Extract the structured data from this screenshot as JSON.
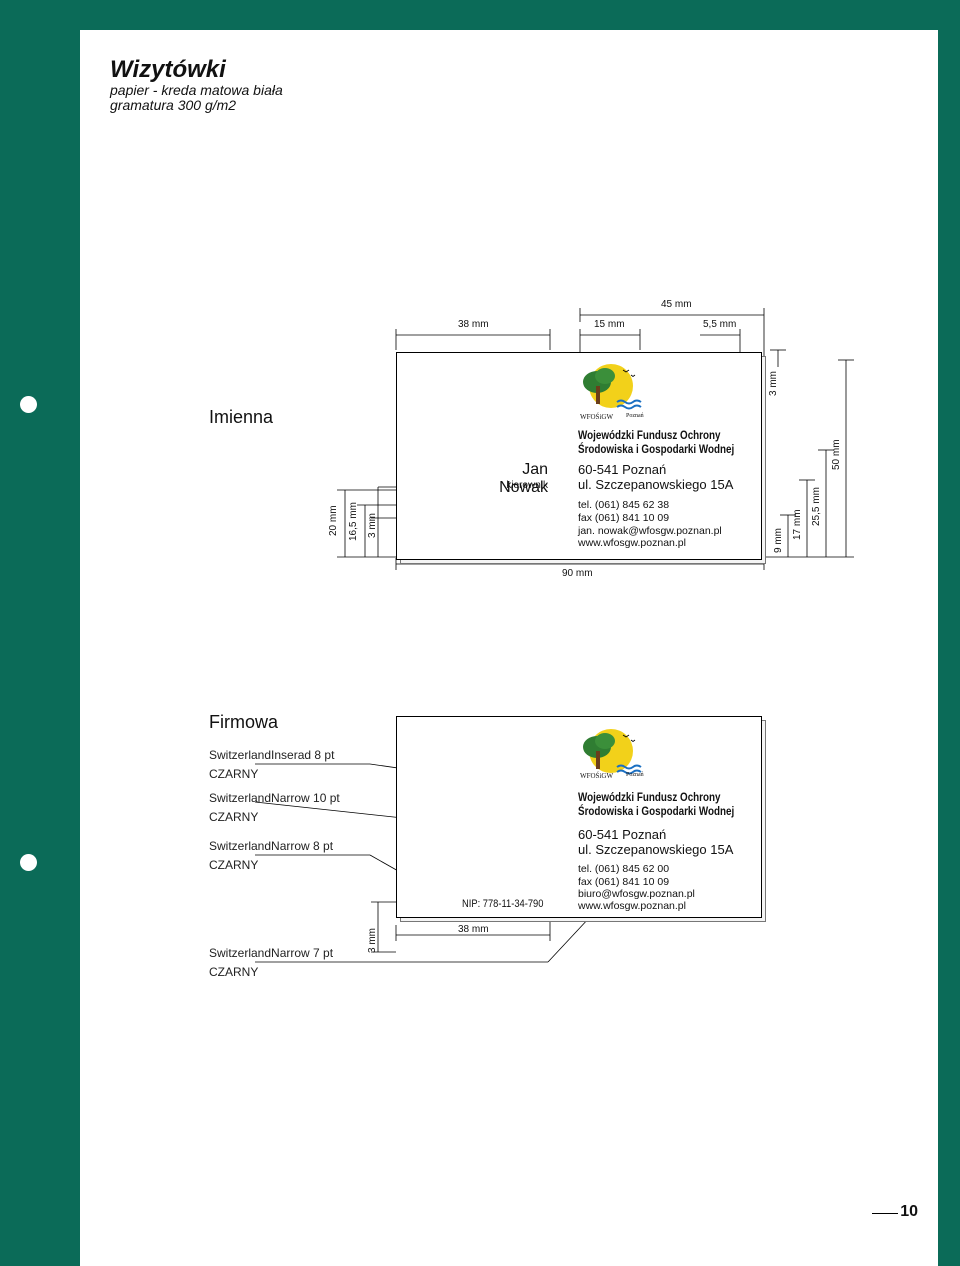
{
  "header": {
    "title": "Wizytówki",
    "subtitle_line1": "papier - kreda matowa biała",
    "subtitle_line2": "gramatura 300 g/m2"
  },
  "imienna": {
    "section_label": "Imienna",
    "name": "Jan Nowak",
    "position": "kierownik",
    "logo_text": "WFOŚiGW",
    "logo_city": "Poznań",
    "org_line1": "Wojewódzki Fundusz Ochrony",
    "org_line2": "Środowiska i Gospodarki Wodnej",
    "addr_line1": "60-541 Poznań",
    "addr_line2": "ul. Szczepanowskiego 15A",
    "tel": "tel. (061) 845 62 38",
    "fax": "fax (061) 841 10 09",
    "email": "jan. nowak@wfosgw.poznan.pl",
    "www": "www.wfosgw.poznan.pl",
    "dims": {
      "top_38": "38 mm",
      "top_15": "15 mm",
      "top_5_5": "5,5 mm",
      "top_45": "45 mm",
      "bottom_90": "90 mm",
      "left_20": "20 mm",
      "left_16_5": "16,5 mm",
      "left_3": "3 mm",
      "right_3": "3 mm",
      "right_9": "9 mm",
      "right_17": "17 mm",
      "right_25_5": "25,5 mm",
      "right_50": "50 mm"
    }
  },
  "firmowa": {
    "section_label": "Firmowa",
    "logo_text": "WFOŚiGW",
    "logo_city": "Poznań",
    "org_line1": "Wojewódzki Fundusz Ochrony",
    "org_line2": "Środowiska i Gospodarki Wodnej",
    "addr_line1": "60-541 Poznań",
    "addr_line2": "ul. Szczepanowskiego 15A",
    "tel": "tel. (061) 845 62 00",
    "fax": "fax (061) 841 10 09",
    "email": "biuro@wfosgw.poznan.pl",
    "www": "www.wfosgw.poznan.pl",
    "nip": "NIP: 778-11-34-790",
    "dims": {
      "left_3": "3 mm",
      "bottom_38": "38 mm"
    },
    "specs": [
      {
        "font": "SwitzerlandInserad 8 pt",
        "color": "CZARNY"
      },
      {
        "font": "SwitzerlandNarrow 10 pt",
        "color": "CZARNY"
      },
      {
        "font": "SwitzerlandNarrow 8 pt",
        "color": "CZARNY"
      },
      {
        "font": "SwitzerlandNarrow 7 pt",
        "color": "CZARNY"
      }
    ]
  },
  "page_number": "10",
  "colors": {
    "border_green": "#0b6b58",
    "sun_yellow": "#f2d11a",
    "tree_green": "#2f7d32",
    "water_blue": "#1a6fc2"
  }
}
